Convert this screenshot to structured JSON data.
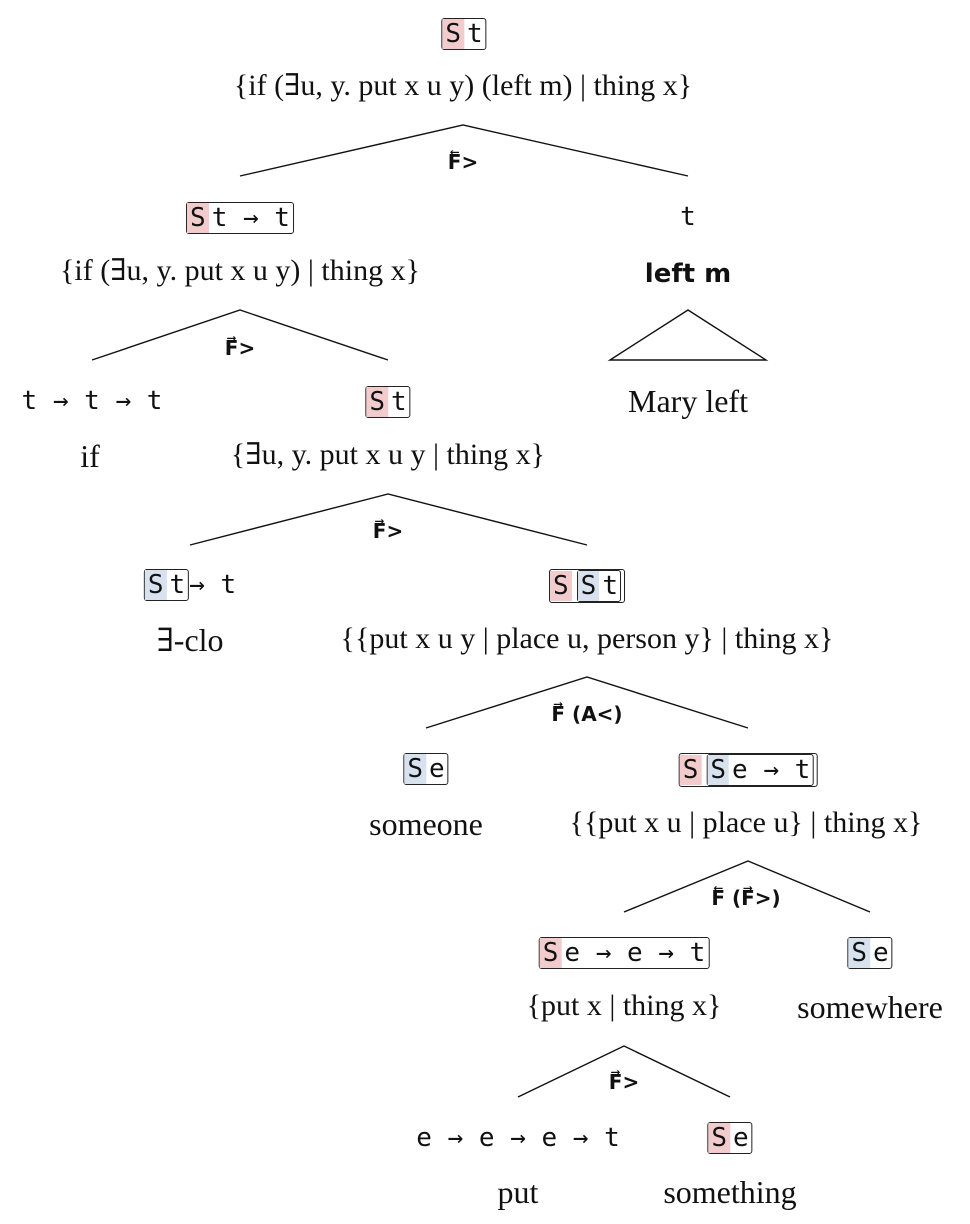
{
  "colors": {
    "scope_red": "#f2cccc",
    "scope_blue": "#d8e2ee",
    "line": "#111111"
  },
  "n1": {
    "S1": "S",
    "type": "t",
    "den": "{if (∃u, y. put x u y) (left m) | thing x}"
  },
  "r1": {
    "text": "F⃖>"
  },
  "n2": {
    "S1": "S",
    "type": "t → t",
    "den": "{if (∃u, y. put x u y) | thing x}"
  },
  "n3": {
    "type": "t",
    "den": "left m",
    "word": "Mary left"
  },
  "r2": {
    "text": "F⃗>"
  },
  "n4": {
    "type": "t → t → t",
    "word": "if"
  },
  "n5": {
    "S1": "S",
    "type": "t",
    "den": "{∃u, y. put x u y | thing x}"
  },
  "r3": {
    "text": "F⃗>"
  },
  "n6": {
    "S1": "S",
    "type": "t",
    "post": "→ t",
    "word": "∃-clo"
  },
  "n7": {
    "S1": "S",
    "S2": "S",
    "type": "t",
    "den": "{{put x u y | place u,  person y} | thing x}"
  },
  "r4": {
    "text": "F⃗ (A<)"
  },
  "n8": {
    "S1": "S",
    "type": "e",
    "word": "someone"
  },
  "n9": {
    "S1": "S",
    "S2": "S",
    "type": "e → t",
    "den": "{{put x u | place u} | thing x}"
  },
  "r5": {
    "text": "F⃖ (F⃗>)"
  },
  "n10": {
    "S1": "S",
    "type": "e → e → t",
    "den": "{put x | thing x}"
  },
  "n11": {
    "S1": "S",
    "type": "e",
    "word": "somewhere"
  },
  "r6": {
    "text": "F⃗>"
  },
  "n12": {
    "type": "e → e → e → t",
    "word": "put"
  },
  "n13": {
    "S1": "S",
    "type": "e",
    "word": "something"
  }
}
